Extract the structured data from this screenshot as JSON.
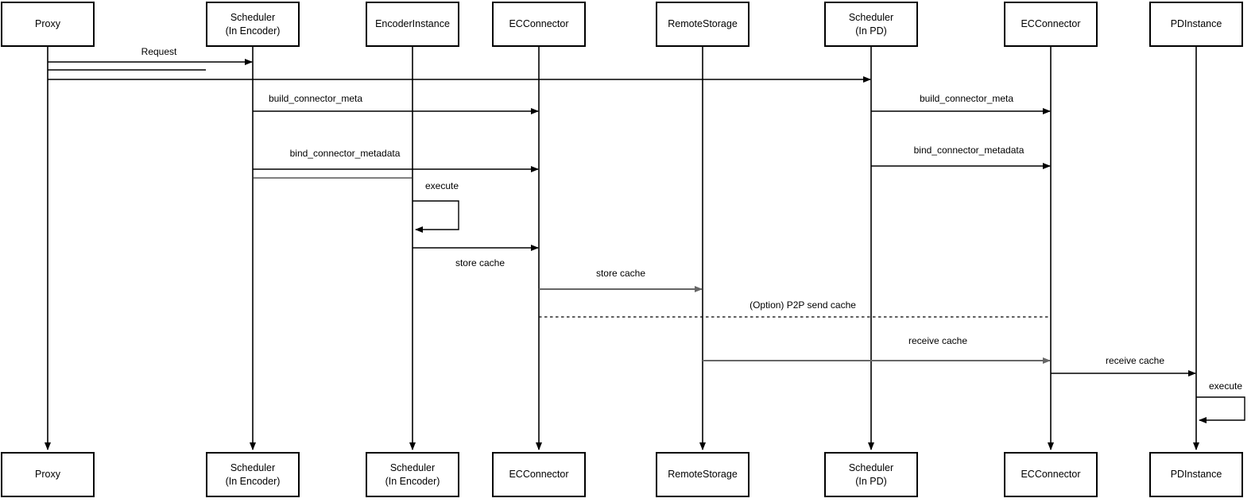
{
  "diagram": {
    "type": "sequence-diagram",
    "colors": {
      "background": "#ffffff",
      "line": "#000000",
      "gray_line": "#666666",
      "box_border": "#000000",
      "text": "#000000"
    },
    "actors": [
      {
        "top_label": "Proxy",
        "top_sublabel": "",
        "bottom_label": "Proxy",
        "bottom_sublabel": ""
      },
      {
        "top_label": "Scheduler",
        "top_sublabel": "(In Encoder)",
        "bottom_label": "Scheduler",
        "bottom_sublabel": "(In Encoder)"
      },
      {
        "top_label": "EncoderInstance",
        "top_sublabel": "",
        "bottom_label": "Scheduler",
        "bottom_sublabel": "(In Encoder)"
      },
      {
        "top_label": "ECConnector",
        "top_sublabel": "",
        "bottom_label": "ECConnector",
        "bottom_sublabel": ""
      },
      {
        "top_label": "RemoteStorage",
        "top_sublabel": "",
        "bottom_label": "RemoteStorage",
        "bottom_sublabel": ""
      },
      {
        "top_label": "Scheduler",
        "top_sublabel": "(In PD)",
        "bottom_label": "Scheduler",
        "bottom_sublabel": "(In PD)"
      },
      {
        "top_label": "ECConnector",
        "top_sublabel": "",
        "bottom_label": "ECConnector",
        "bottom_sublabel": ""
      },
      {
        "top_label": "PDInstance",
        "top_sublabel": "",
        "bottom_label": "PDInstance",
        "bottom_sublabel": ""
      }
    ],
    "messages": [
      {
        "label": "Request",
        "from": "Proxy",
        "to": "Scheduler (In Encoder)",
        "style": "solid-arrow"
      },
      {
        "label": "",
        "from": "Proxy",
        "to": "Scheduler (In PD)",
        "style": "solid-arrow"
      },
      {
        "label": "build_connector_meta",
        "from": "Scheduler (In Encoder)",
        "to": "ECConnector",
        "style": "solid-arrow"
      },
      {
        "label": "build_connector_meta",
        "from": "Scheduler (In PD)",
        "to": "ECConnector",
        "style": "solid-arrow"
      },
      {
        "label": "bind_connector_metadata",
        "from": "Scheduler (In Encoder)",
        "to": "ECConnector",
        "style": "solid-arrow"
      },
      {
        "label": "bind_connector_metadata",
        "from": "Scheduler (In PD)",
        "to": "ECConnector",
        "style": "solid-arrow"
      },
      {
        "label": "execute",
        "from": "EncoderInstance",
        "to": "EncoderInstance",
        "style": "self-loop"
      },
      {
        "label": "store cache",
        "from": "EncoderInstance",
        "to": "ECConnector",
        "style": "solid-arrow"
      },
      {
        "label": "store cache",
        "from": "ECConnector",
        "to": "RemoteStorage",
        "style": "solid-arrow-gray"
      },
      {
        "label": "(Option) P2P send cache",
        "from": "ECConnector",
        "to": "ECConnector (PD side)",
        "style": "dashed-line"
      },
      {
        "label": "receive cache",
        "from": "RemoteStorage",
        "to": "ECConnector (PD side)",
        "style": "solid-arrow-gray"
      },
      {
        "label": "receive cache",
        "from": "ECConnector (PD side)",
        "to": "PDInstance",
        "style": "solid-arrow"
      },
      {
        "label": "execute",
        "from": "PDInstance",
        "to": "PDInstance",
        "style": "self-loop"
      }
    ]
  }
}
